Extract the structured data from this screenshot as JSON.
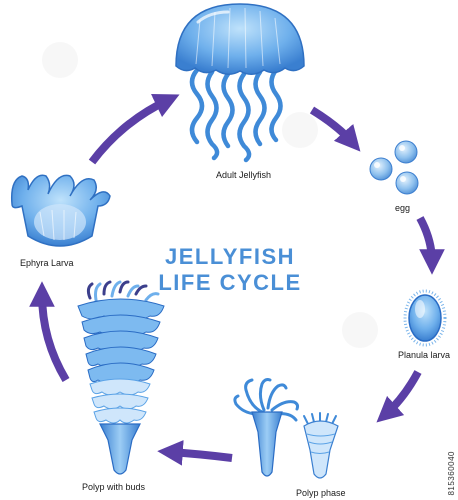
{
  "title": {
    "line1": "JELLYFISH",
    "line2": "LIFE CYCLE"
  },
  "stages": [
    {
      "label": "Adult Jellyfish",
      "icon": "adult-jellyfish-icon"
    },
    {
      "label": "egg",
      "icon": "egg-cluster-icon"
    },
    {
      "label": "Planula larva",
      "icon": "planula-larva-icon"
    },
    {
      "label": "Polyp phase",
      "icon": "polyp-icon"
    },
    {
      "label": "Polyp with buds",
      "icon": "polyp-with-buds-icon"
    },
    {
      "label": "Ephyra Larva",
      "icon": "ephyra-larva-icon"
    }
  ],
  "stock_id": "815360040",
  "colors": {
    "title": "#4a8fd6",
    "arrow": "#5b3fa6",
    "body_light": "#a9d4f5",
    "body_mid": "#5aa2e6",
    "body_dark": "#2a6cc4"
  }
}
